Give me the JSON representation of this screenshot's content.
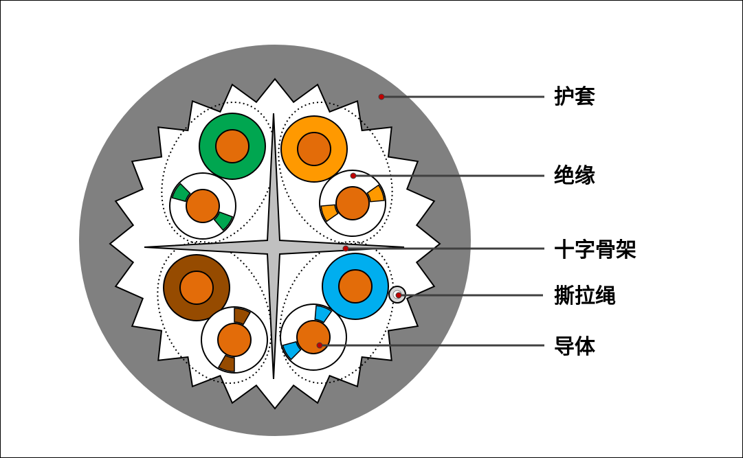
{
  "diagram": {
    "labels": {
      "jacket": "护套",
      "insulation": "绝缘",
      "cross_filler": "十字骨架",
      "ripcord": "撕拉绳",
      "conductor": "导体"
    },
    "pairs": [
      {
        "name": "green-pair",
        "color": "#00a650"
      },
      {
        "name": "orange-pair",
        "color": "#ff9900"
      },
      {
        "name": "brown-pair",
        "color": "#964b00"
      },
      {
        "name": "blue-pair",
        "color": "#00aeef"
      }
    ],
    "colors": {
      "jacket": "#808080",
      "conductor": "#e36c09",
      "cross_filler": "#c0c0c0",
      "frame_border": "#000000"
    }
  }
}
